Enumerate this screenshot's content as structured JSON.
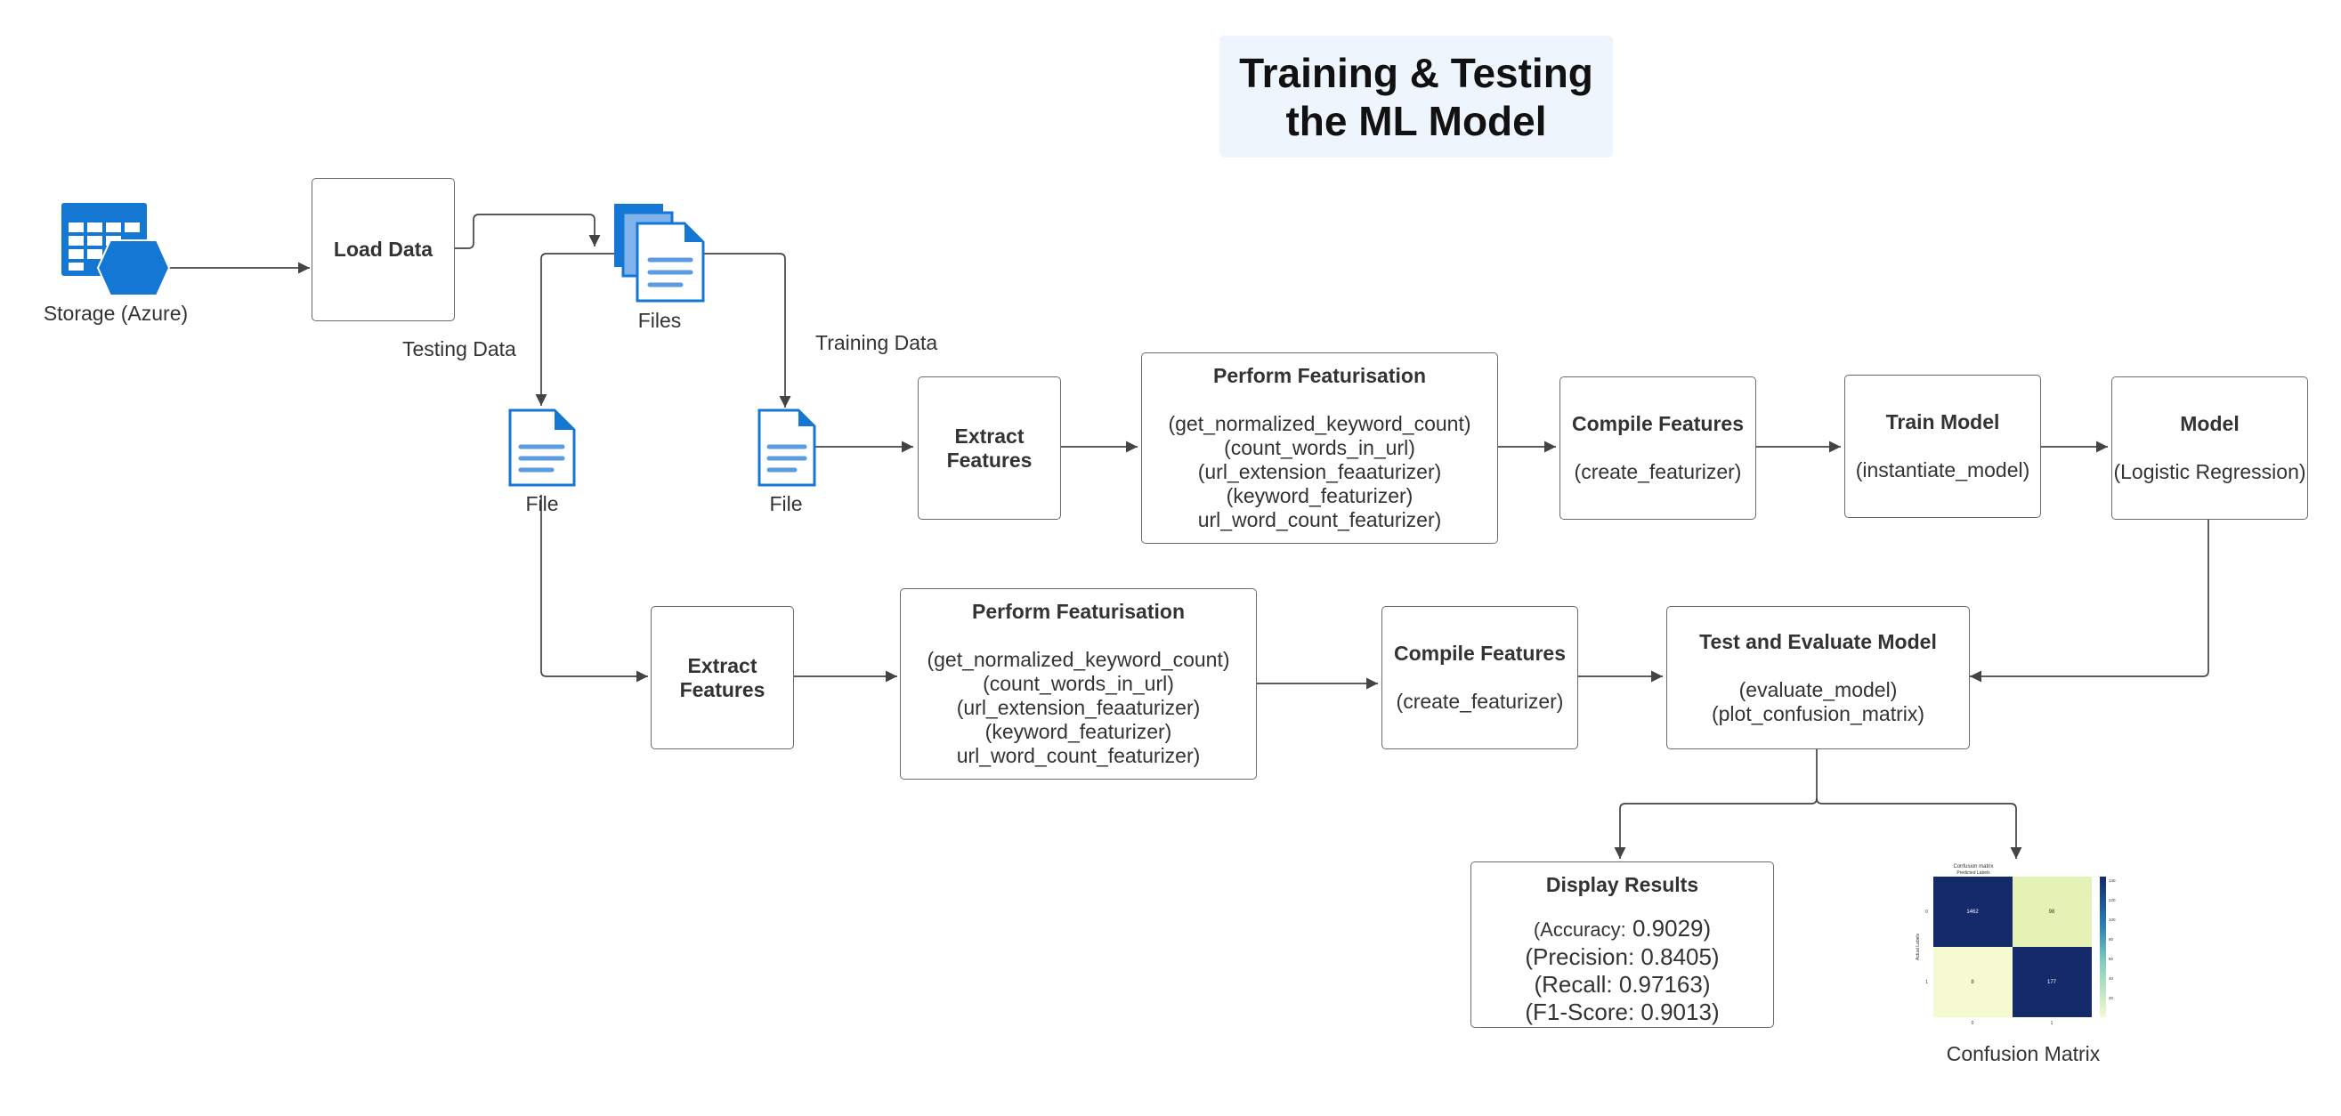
{
  "title": {
    "line1": "Training & Testing",
    "line2": "the ML Model"
  },
  "storage": {
    "label": "Storage (Azure)",
    "icon": "azure-table-storage-icon"
  },
  "load_data": {
    "title": "Load Data"
  },
  "files": {
    "label": "Files",
    "icon": "files-stack-icon"
  },
  "testing_data_label": "Testing Data",
  "training_data_label": "Training Data",
  "file_test": {
    "label": "File",
    "icon": "file-icon"
  },
  "file_train": {
    "label": "File",
    "icon": "file-icon"
  },
  "training": {
    "extract": {
      "line1": "Extract",
      "line2": "Features"
    },
    "featurisation": {
      "title": "Perform Featurisation",
      "items": [
        "(get_normalized_keyword_count)",
        "(count_words_in_url)",
        "(url_extension_feaaturizer)",
        "(keyword_featurizer)",
        "url_word_count_featurizer)"
      ]
    },
    "compile": {
      "title": "Compile Features",
      "detail": "(create_featurizer)"
    },
    "train": {
      "title": "Train Model",
      "detail": "(instantiate_model)"
    },
    "model": {
      "title": "Model",
      "detail": "(Logistic Regression)"
    }
  },
  "testing": {
    "extract": {
      "line1": "Extract",
      "line2": "Features"
    },
    "featurisation": {
      "title": "Perform Featurisation",
      "items": [
        "(get_normalized_keyword_count)",
        "(count_words_in_url)",
        "(url_extension_feaaturizer)",
        "(keyword_featurizer)",
        "url_word_count_featurizer)"
      ]
    },
    "compile": {
      "title": "Compile Features",
      "detail": "(create_featurizer)"
    },
    "evaluate": {
      "title": "Test and Evaluate Model",
      "items": [
        "(evaluate_model)",
        "(plot_confusion_matrix)"
      ]
    }
  },
  "results": {
    "title": "Display Results",
    "accuracy_label": "(Accuracy:",
    "accuracy_value": "0.9029)",
    "precision": "(Precision: 0.8405)",
    "recall": "(Recall: 0.97163)",
    "f1": "(F1-Score: 0.9013)"
  },
  "confusion_matrix": {
    "label": "Confusion Matrix",
    "thumb_title": "Confusion matrix",
    "thumb_subtitle": "Predicted Labels",
    "thumb_ylabel": "Actual Labels",
    "values": [
      [
        1462,
        98
      ],
      [
        8,
        177
      ]
    ],
    "row_labels": [
      "0",
      "1"
    ],
    "col_labels": [
      "0",
      "1"
    ],
    "colorbar_ticks": [
      "140",
      "120",
      "100",
      "80",
      "60",
      "40",
      "20"
    ],
    "colors": {
      "high": "#142a6b",
      "low": "#f6fad0",
      "mid": "#e4f3b5"
    }
  },
  "colors": {
    "border": "#6b6b6b",
    "line": "#444444",
    "icon_blue": "#1577d4",
    "title_bg": "#eef5fd"
  }
}
